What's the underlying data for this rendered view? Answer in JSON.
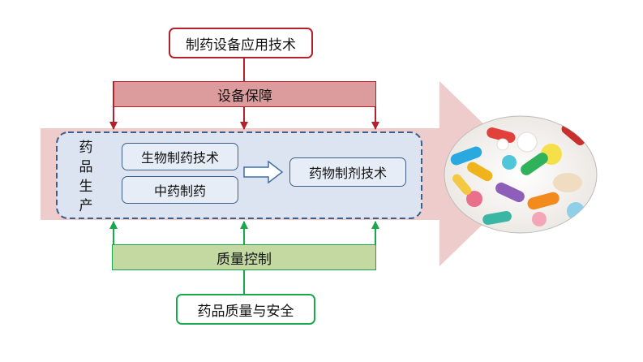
{
  "diagram": {
    "top_box": "制药设备应用技术",
    "equipment_bar": "设备保障",
    "production_label": [
      "药",
      "品",
      "生",
      "产"
    ],
    "bio_box": "生物制药技术",
    "tcm_box": "中药制药",
    "formulation_box": "药物制剂技术",
    "quality_bar": "质量控制",
    "bottom_box": "药品质量与安全"
  },
  "colors": {
    "red": "#b2222d",
    "green": "#19a84b",
    "blue_dash": "#3f5f8a",
    "pink_band": "#efcccc",
    "inner_fill": "#dbe4f0"
  },
  "icons": [
    "pill-capsule-image",
    "hollow-right-arrow-icon"
  ]
}
